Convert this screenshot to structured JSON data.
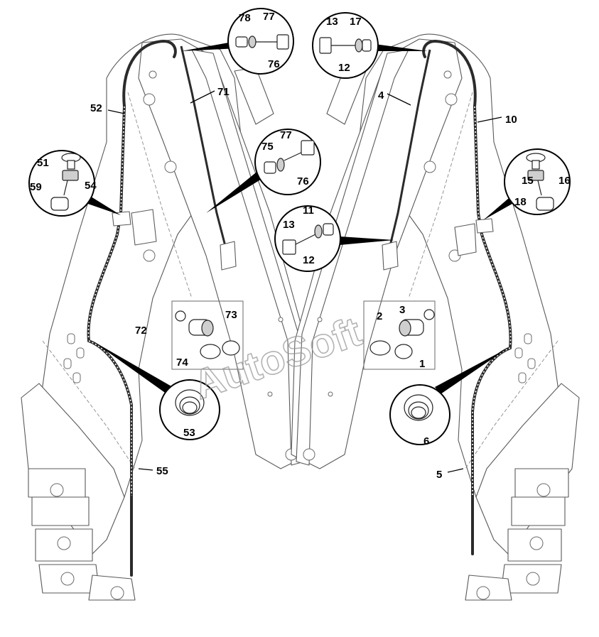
{
  "watermark": "AutoSoft",
  "callouts": {
    "c1": "1",
    "c2": "2",
    "c3": "3",
    "c4": "4",
    "c5": "5",
    "c6": "6",
    "c10": "10",
    "c11": "11",
    "c12a": "12",
    "c12b": "12",
    "c13a": "13",
    "c13b": "13",
    "c15": "15",
    "c16": "16",
    "c17": "17",
    "c18": "18",
    "c51": "51",
    "c52": "52",
    "c53": "53",
    "c54": "54",
    "c55": "55",
    "c59": "59",
    "c71": "71",
    "c72": "72",
    "c73": "73",
    "c74": "74",
    "c75": "75",
    "c76a": "76",
    "c76b": "76",
    "c77a": "77",
    "c77b": "77",
    "c78": "78"
  }
}
